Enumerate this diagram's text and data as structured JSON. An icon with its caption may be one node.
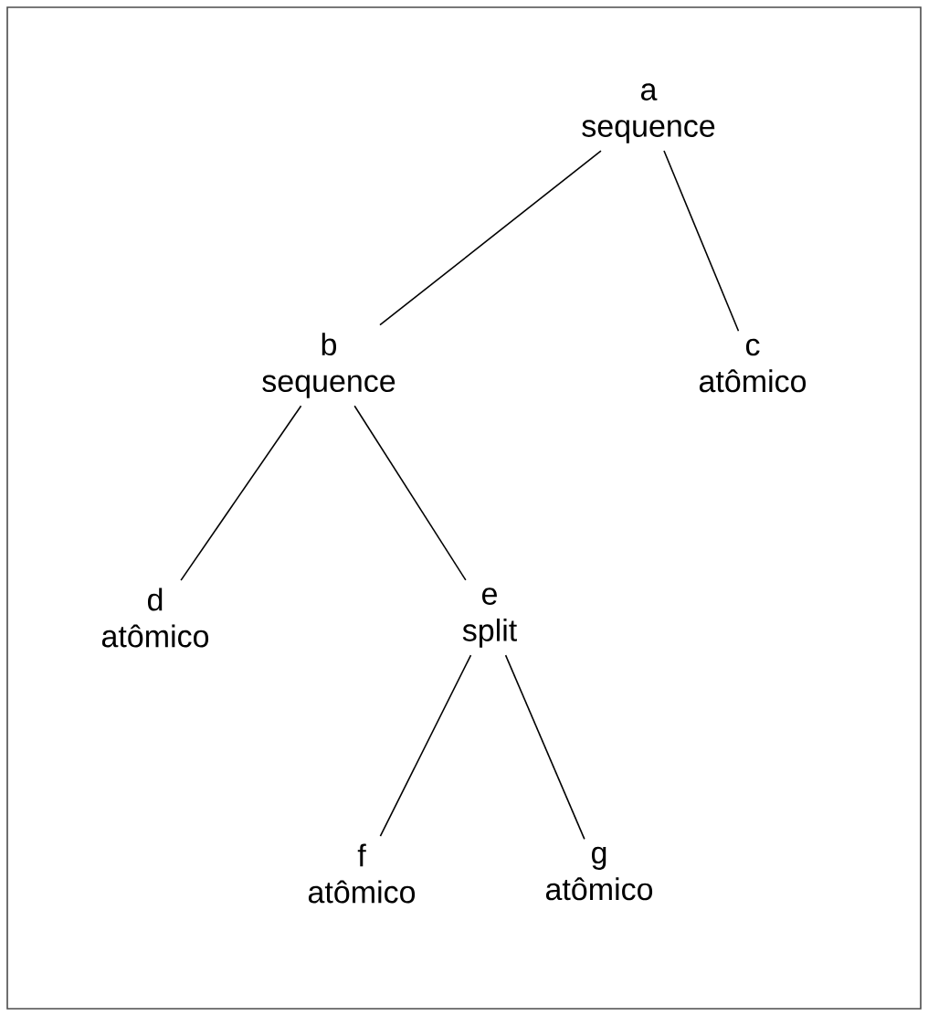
{
  "diagram": {
    "nodes": [
      {
        "text": [
          "a",
          "sequence"
        ]
      },
      {
        "text": [
          "b",
          "sequence"
        ]
      },
      {
        "text": [
          "c",
          "atômico"
        ]
      },
      {
        "text": [
          "d",
          "atômico"
        ]
      },
      {
        "text": [
          "e",
          "split"
        ]
      },
      {
        "text": [
          "f",
          "atômico"
        ]
      },
      {
        "text": [
          "g",
          "atômico"
        ]
      }
    ],
    "edges": [
      {
        "from": 0,
        "to": 1,
        "arrow": "none"
      },
      {
        "from": 0,
        "to": 2,
        "arrow": "none"
      },
      {
        "from": 1,
        "to": 3,
        "arrow": "none"
      },
      {
        "from": 1,
        "to": 4,
        "arrow": "none"
      },
      {
        "from": 4,
        "to": 5,
        "arrow": "none"
      },
      {
        "from": 4,
        "to": 6,
        "arrow": "none"
      }
    ]
  }
}
